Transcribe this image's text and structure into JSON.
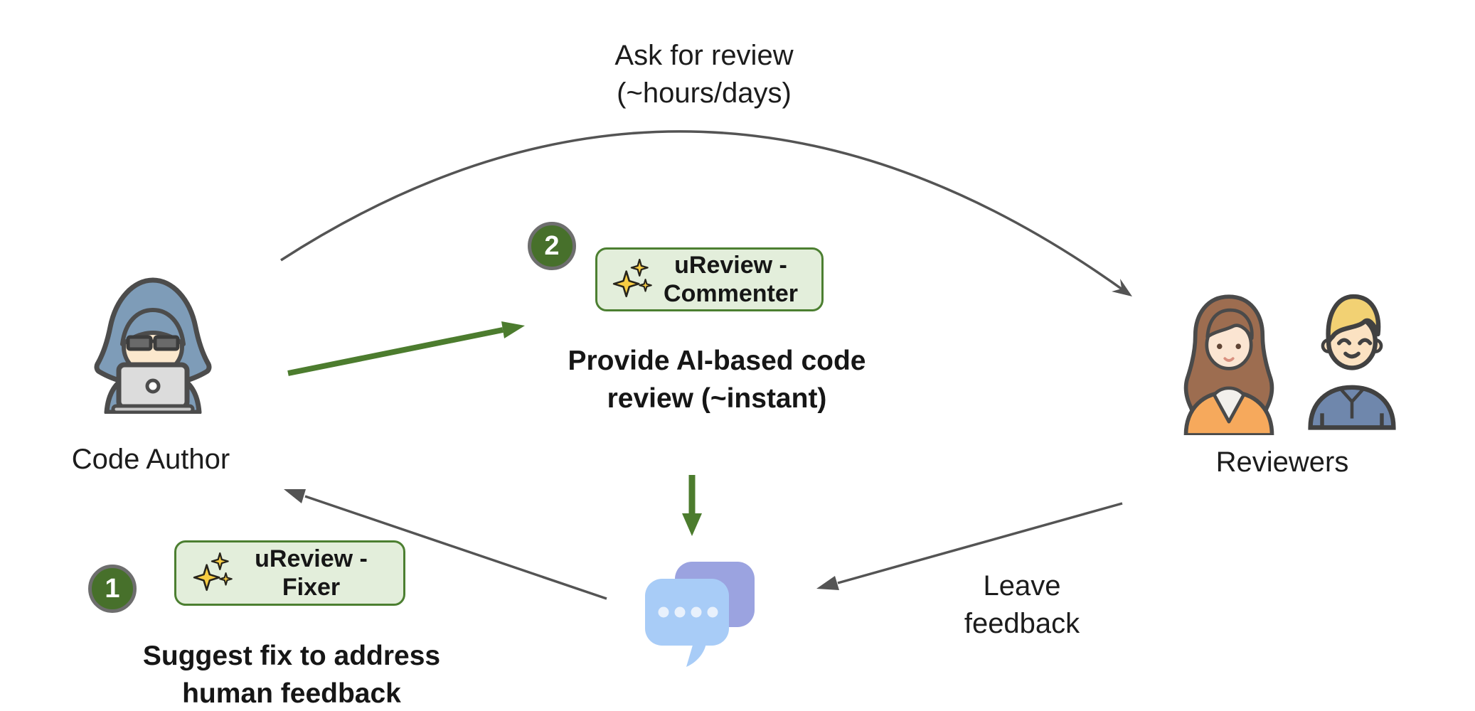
{
  "colors": {
    "accent_green": "#4c7c2e",
    "step_circle_fill": "#47702b",
    "step_circle_border": "#6e6e6e",
    "badge_background": "#e3eedb",
    "badge_border": "#4c7f31",
    "arrow_gray": "#545454",
    "text": "#1b1b1b",
    "chat_front_bubble": "#a8ccf7",
    "chat_back_bubble": "#9ba3e0",
    "sparkle_gold": "#f8cd43"
  },
  "nodes": {
    "code_author": {
      "label": "Code Author",
      "icon": "hooded-developer-icon"
    },
    "reviewers": {
      "label": "Reviewers",
      "icons": [
        "woman-avatar-icon",
        "man-avatar-icon"
      ]
    },
    "feedback_chat": {
      "icon": "chat-bubbles-icon"
    }
  },
  "steps": {
    "commenter": {
      "number": "2",
      "badge_label": "uReview - Commenter",
      "badge_icon": "sparkles-icon",
      "description": "Provide AI-based code review (~instant)"
    },
    "fixer": {
      "number": "1",
      "badge_label": "uReview - Fixer",
      "badge_icon": "sparkles-icon",
      "description": "Suggest fix to address human feedback"
    }
  },
  "edges": {
    "ask_for_review": {
      "label": "Ask for review (~hours/days)"
    },
    "leave_feedback": {
      "label": "Leave feedback"
    }
  }
}
